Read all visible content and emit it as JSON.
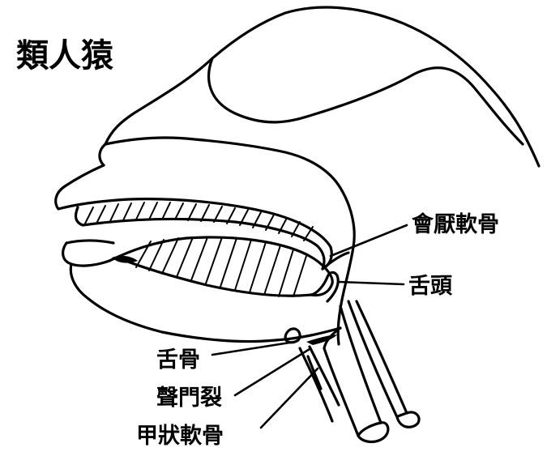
{
  "title": "類人猿",
  "labels": {
    "epiglottis": "會厭軟骨",
    "tongue": "舌頭",
    "hyoid": "舌骨",
    "glottis": "聲門裂",
    "thyroid": "甲狀軟骨"
  }
}
